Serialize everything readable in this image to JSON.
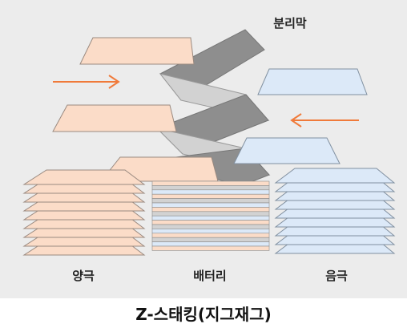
{
  "labels": {
    "separator": "분리막",
    "cathode": "양극",
    "battery": "배터리",
    "anode": "음극"
  },
  "caption": "Z-스태킹(지그재그)",
  "colors": {
    "background": "#ececec",
    "cathode_fill": "#fbdcc8",
    "cathode_stroke": "#9a8a80",
    "anode_fill": "#dce9f8",
    "anode_stroke": "#8190a0",
    "separator_dark": "#8e8e8e",
    "separator_light": "#d2d2d2",
    "arrow": "#f07a3a"
  },
  "icons": {
    "arrow_right": "arrow-right-icon",
    "arrow_left": "arrow-left-icon"
  }
}
